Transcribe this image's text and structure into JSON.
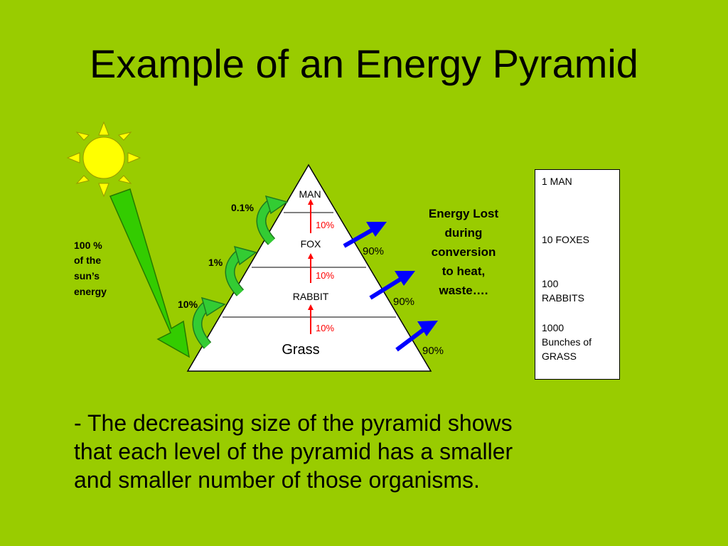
{
  "title": "Example of an Energy Pyramid",
  "sun_energy": {
    "line1": "100 %",
    "line2": "of the",
    "line3": "sun’s",
    "line4": "energy"
  },
  "pyramid_levels": {
    "top": "MAN",
    "second": "FOX",
    "third": "RABBIT",
    "base": "Grass"
  },
  "transfer_percentages": {
    "man": "10%",
    "fox": "10%",
    "rabbit": "10%"
  },
  "available_percentages": {
    "man": "0.1%",
    "fox": "1%",
    "rabbit": "10%"
  },
  "lost_percentages": {
    "fox": "90%",
    "rabbit": "90%",
    "grass": "90%"
  },
  "energy_lost": {
    "line1": "Energy Lost",
    "line2": "during",
    "line3": "conversion",
    "line4": "to heat,",
    "line5": "waste…."
  },
  "counts": {
    "man": "1 MAN",
    "foxes": "10 FOXES",
    "rabbits_line1": "100",
    "rabbits_line2": "RABBITS",
    "grass_line1": "1000",
    "grass_line2": "Bunches of",
    "grass_line3": "GRASS"
  },
  "bullet": {
    "line1": "- The decreasing size of the pyramid shows",
    "line2": "that each level of the pyramid has a smaller",
    "line3": "and smaller number of those organisms."
  },
  "colors": {
    "background": "#99cc00",
    "sun": "#ffff00",
    "sun_arrow": "#33cc00",
    "curved_arrow": "#33cc33",
    "lost_arrow": "#0000ff",
    "transfer_arrow": "#ff0000"
  }
}
